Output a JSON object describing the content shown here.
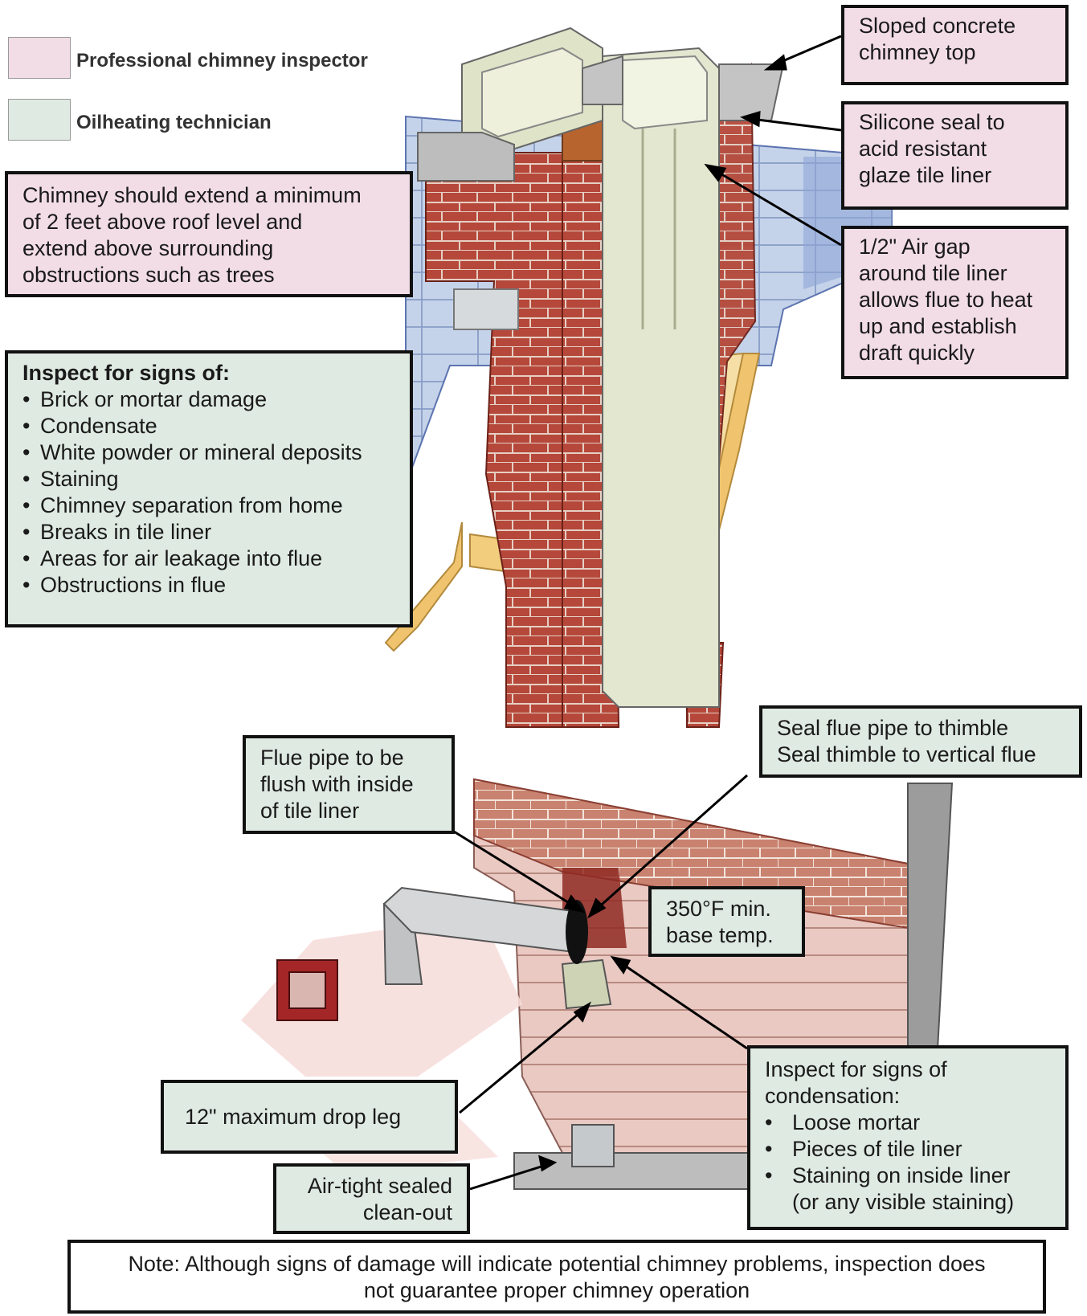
{
  "legend": {
    "inspector": "Professional chimney inspector",
    "technician": "Oilheating technician",
    "colors": {
      "inspector": "#f2dde6",
      "technician": "#dfeae2"
    }
  },
  "callouts": {
    "sloped_top": [
      "Sloped concrete",
      "chimney top"
    ],
    "silicone_seal": [
      "Silicone seal to",
      "acid resistant",
      "glaze tile liner"
    ],
    "air_gap": [
      "1/2\" Air gap",
      "around tile liner",
      "allows flue to heat",
      "up and establish",
      "draft quickly"
    ],
    "chimney_height": [
      "Chimney should extend a minimum",
      "of 2 feet above roof level and",
      "extend above surrounding",
      "obstructions such as trees"
    ],
    "inspect_signs": {
      "title": "Inspect for signs of:",
      "items": [
        "Brick or mortar damage",
        "Condensate",
        "White powder or mineral deposits",
        "Staining",
        "Chimney separation from home",
        "Breaks in tile liner",
        "Areas for air leakage into flue",
        "Obstructions in flue"
      ]
    },
    "seal_flue": [
      "Seal flue pipe to thimble",
      "Seal thimble to vertical flue"
    ],
    "flue_flush": [
      "Flue pipe to be",
      "flush with inside",
      "of tile liner"
    ],
    "base_temp": [
      "350°F min.",
      "base temp."
    ],
    "drop_leg": "12\" maximum drop leg",
    "clean_out": [
      "Air-tight sealed",
      "clean-out"
    ],
    "condensation": {
      "title": [
        "Inspect for signs of",
        "condensation:"
      ],
      "items": [
        "Loose mortar",
        "Pieces of tile liner",
        "Staining on inside liner"
      ],
      "extra": "(or any visible staining)"
    },
    "note": [
      "Note: Although signs of damage will indicate potential chimney problems, inspection does",
      "not guarantee proper chimney operation"
    ]
  }
}
